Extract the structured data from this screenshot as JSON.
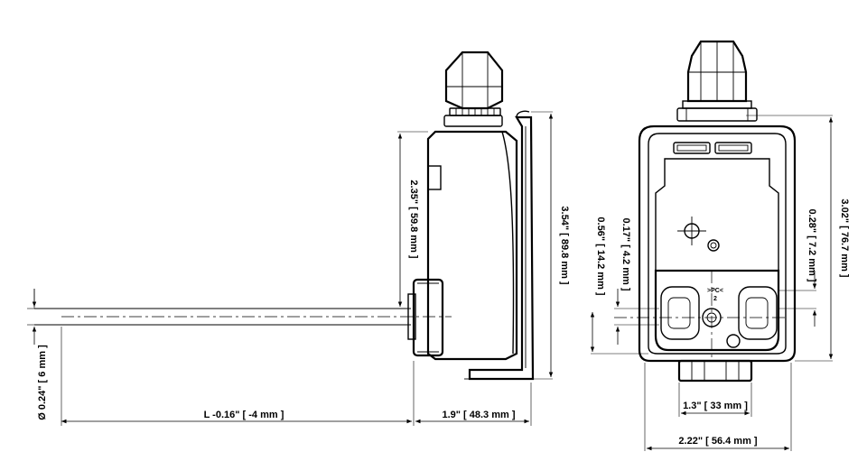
{
  "dimensions": {
    "probe_diameter": "Ø 0.24\" [ 6 mm ]",
    "probe_length": "L -0.16\" [ -4 mm ]",
    "depth": "1.9\" [ 48.3 mm ]",
    "side_height_upper": "2.35\" [ 59.8 mm ]",
    "side_height_total": "3.54\" [ 89.8 mm ]",
    "offset_017": "0.17\" [ 4.2 mm ]",
    "offset_056": "0.56\" [ 14.2 mm ]",
    "front_height": "3.02\" [ 76.7 mm ]",
    "offset_028": "0.28\" [ 7.2 mm ]",
    "gland_width": "1.3\" [ 33 mm ]",
    "front_width": "2.22\" [ 56.4 mm ]"
  },
  "terminal_label": ">PC<",
  "terminal_number": "2"
}
